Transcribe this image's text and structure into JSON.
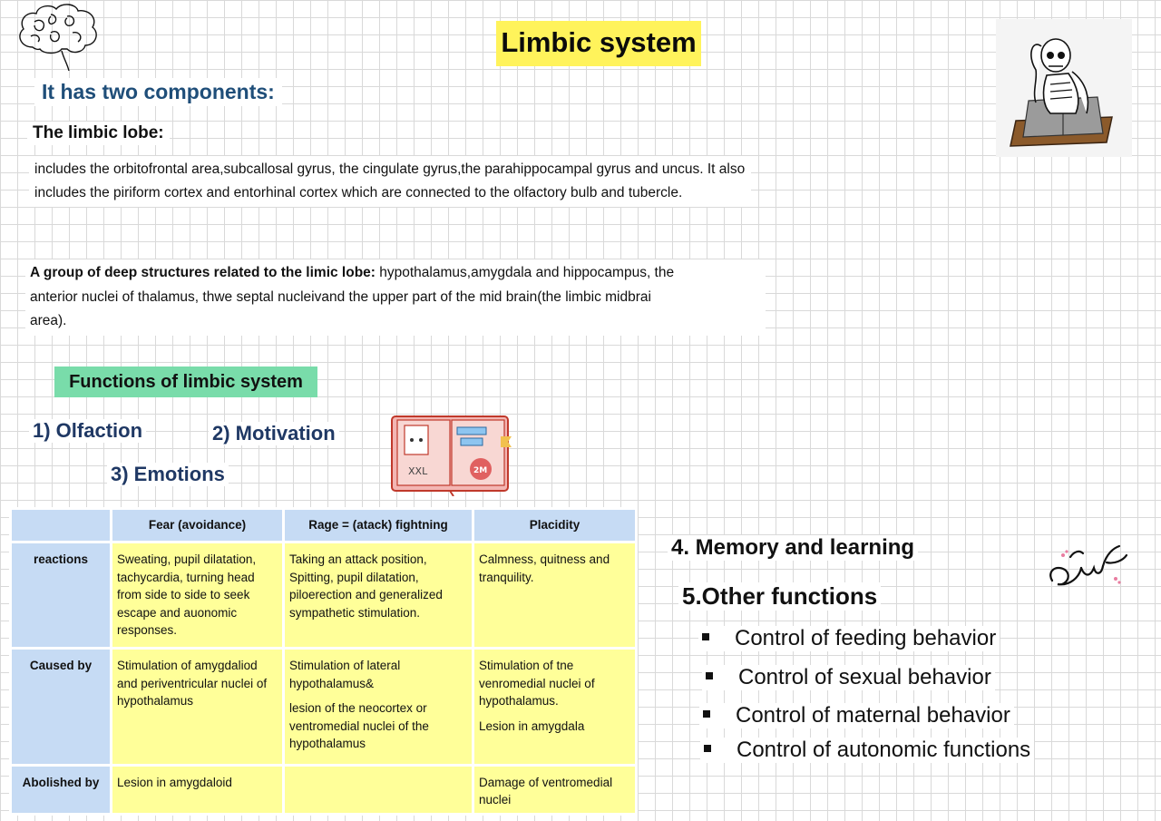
{
  "title": "Limbic system",
  "components_heading": "It has two components:",
  "limbic_lobe": {
    "heading": "The limbic lobe:",
    "text": "includes the orbitofrontal area,subcallosal gyrus, the cingulate gyrus,the parahippocampal gyrus and uncus. It also includes the piriform cortex and entorhinal cortex which are connected to the olfactory bulb and tubercle."
  },
  "deep_structures": {
    "label": "A group of deep structures related to the limic lobe:",
    "text_line1": " hypothalamus,amygdala and hippocampus, the",
    "text_line2": "anterior nuclei of thalamus, thwe septal nucleivand the upper part of the mid brain(the limbic midbrai",
    "text_line3": "area)."
  },
  "functions": {
    "heading": "Functions of limbic system",
    "items": [
      "1) Olfaction",
      "2) Motivation",
      "3) Emotions"
    ]
  },
  "notebook_sticker_text": {
    "left": "XXL",
    "badge": "2M"
  },
  "emotions_table": {
    "headers": [
      "",
      "Fear (avoidance)",
      "Rage = (atack) fightning",
      "Placidity"
    ],
    "rows": [
      {
        "label": "reactions",
        "fear": "Sweating, pupil dilatation, tachycardia, turning head from side to side to seek escape and auonomic responses.",
        "rage": "Taking an attack position, Spitting, pupil dilatation, piloerection and generalized sympathetic stimulation.",
        "placidity": "Calmness, quitness and tranquility."
      },
      {
        "label": "Caused by",
        "fear": "Stimulation of amygdaliod and periventricular nuclei of hypothalamus",
        "rage_1": "Stimulation of lateral hypothalamus&",
        "rage_2": "lesion of the neocortex or ventromedial nuclei of the hypothalamus",
        "placidity_1": "Stimulation of tne venromedial nuclei of hypothalamus.",
        "placidity_2": "Lesion in amygdala"
      },
      {
        "label": "Abolished by",
        "fear": "Lesion in amygdaloid",
        "rage": "",
        "placidity": "Damage of ventromedial nuclei"
      }
    ]
  },
  "memory_heading": "4. Memory and learning",
  "other_functions": {
    "heading": "5.Other functions",
    "items": [
      "Control of feeding behavior",
      "Control of sexual behavior",
      "Control of maternal behavior",
      "Control of autonomic functions"
    ]
  },
  "colors": {
    "title_bg": "#fff35b",
    "functions_bg": "#79dcaa",
    "table_header_bg": "#c6dbf4",
    "table_cell_bg": "#ffff99",
    "heading_blue": "#1f4e79"
  },
  "icons": [
    "brain-icon",
    "skeleton-reading-icon",
    "notebook-sticker-icon",
    "signature-icon"
  ]
}
